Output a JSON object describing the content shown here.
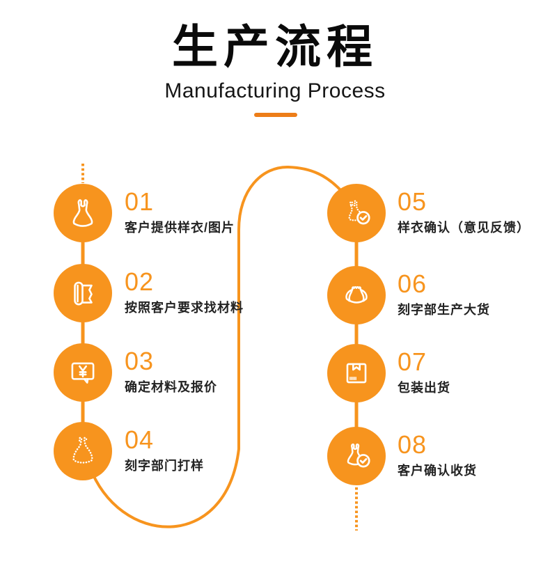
{
  "header": {
    "title": "生产流程",
    "subtitle": "Manufacturing Process"
  },
  "steps": [
    {
      "num": "01",
      "label": "客户提供样衣/图片",
      "icon": "dress-icon"
    },
    {
      "num": "02",
      "label": "按照客户要求找材料",
      "icon": "fabric-roll-icon"
    },
    {
      "num": "03",
      "label": "确定材料及报价",
      "icon": "price-bubble-icon"
    },
    {
      "num": "04",
      "label": "刻字部门打样",
      "icon": "dress-outline-dotted-icon"
    },
    {
      "num": "05",
      "label": "样衣确认（意见反馈）",
      "icon": "dress-check-dotted-icon"
    },
    {
      "num": "06",
      "label": "刻字部生产大货",
      "icon": "bulk-dresses-icon"
    },
    {
      "num": "07",
      "label": "包装出货",
      "icon": "package-box-icon"
    },
    {
      "num": "08",
      "label": "客户确认收货",
      "icon": "dress-check-icon"
    }
  ],
  "colors": {
    "accent_orange": "#F7941E",
    "underline_orange": "#ED7D18",
    "number_orange": "#F7941E",
    "title_black": "#0a0a0a",
    "label_black": "#222222",
    "background": "#FFFFFF"
  }
}
